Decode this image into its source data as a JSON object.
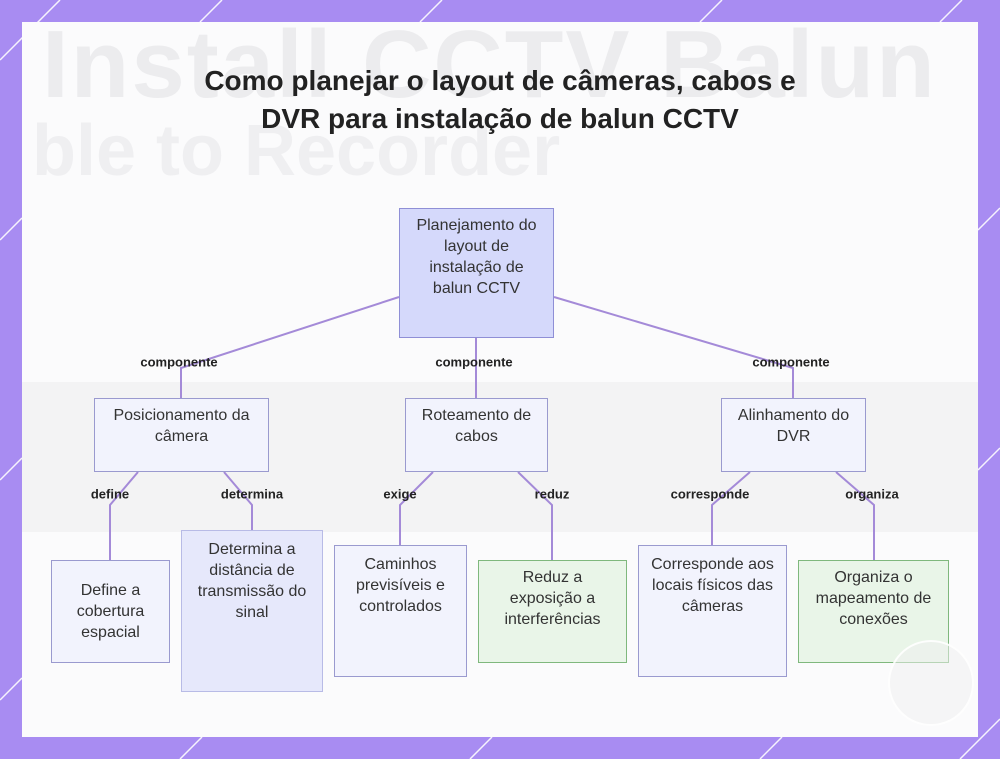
{
  "title": "Como planejar o layout de câmeras, cabos e DVR para instalação de balun CCTV",
  "background_ghost": {
    "line1": "Install CCTV Balun",
    "line2": "ble to Recorder"
  },
  "colors": {
    "frame": "#a88cf2",
    "root_fill": "#d5d9fb",
    "node_fill": "#f2f3fd",
    "node_border": "#9a9acf",
    "green_fill": "#e9f5e8",
    "green_border": "#7fb87d",
    "edge": "#a48ad8"
  },
  "nodes": {
    "root": "Planejamento do layout de instalação de balun CCTV",
    "camera": "Posicionamento da câmera",
    "cables": "Roteamento de cabos",
    "dvr": "Alinhamento do DVR",
    "coverage": "Define a cobertura espacial",
    "distance": "Determina a distância de transmissão do sinal",
    "paths": "Caminhos previsíveis e controlados",
    "interference": "Reduz a exposição a interferências",
    "locations": "Corresponde aos locais físicos das câmeras",
    "mapping": "Organiza o mapeamento de conexões"
  },
  "edges": {
    "root_camera": "componente",
    "root_cables": "componente",
    "root_dvr": "componente",
    "camera_coverage": "define",
    "camera_distance": "determina",
    "cables_paths": "exige",
    "cables_interference": "reduz",
    "dvr_locations": "corresponde",
    "dvr_mapping": "organiza"
  }
}
